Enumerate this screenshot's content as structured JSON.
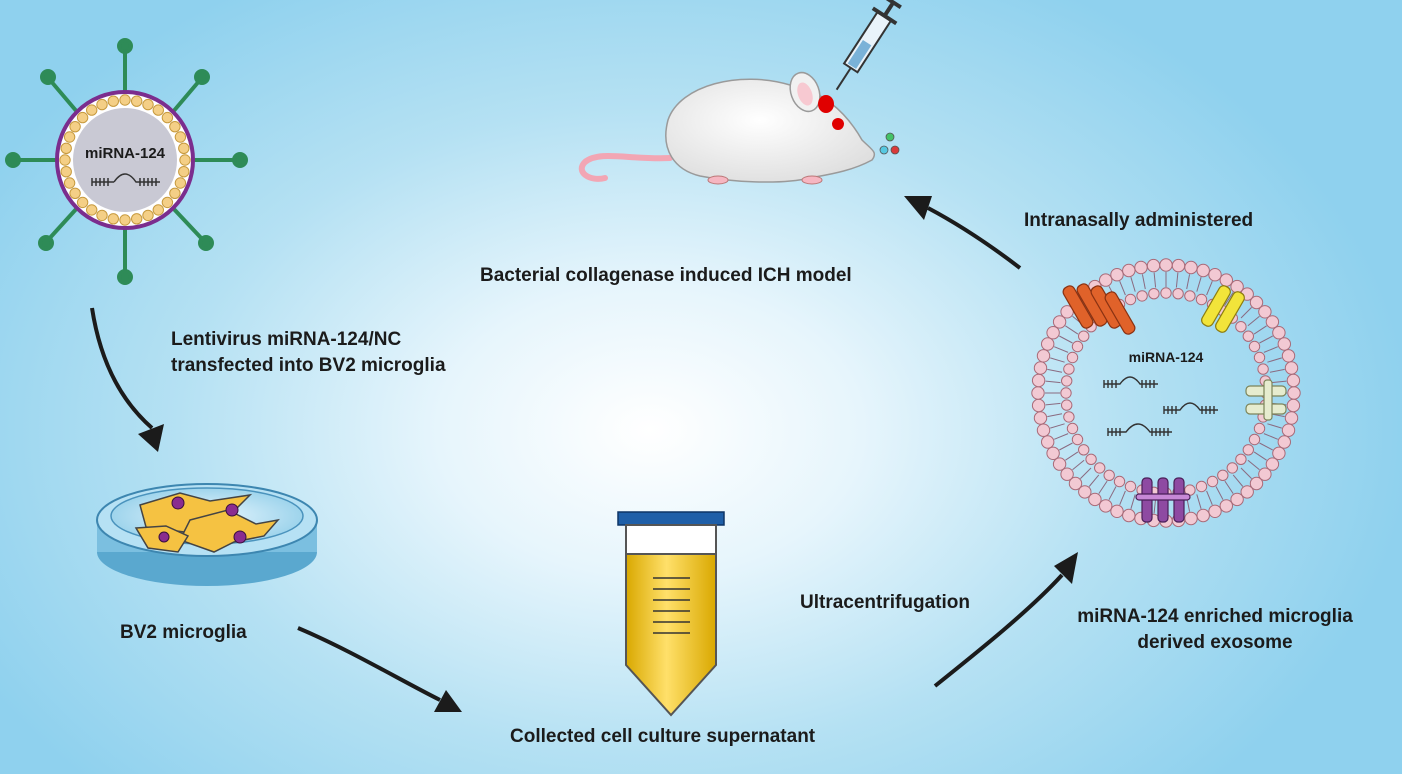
{
  "labels": {
    "lentivirus_mirna": "miRNA-124",
    "lentivirus_caption_line1": "Lentivirus miRNA-124/NC",
    "lentivirus_caption_line2": "transfected into BV2 microglia",
    "bv2_microglia": "BV2 microglia",
    "collected_supernatant": "Collected cell culture supernatant",
    "ultracentrifugation": "Ultracentrifugation",
    "exosome_mirna": "miRNA-124",
    "exosome_caption_line1": "miRNA-124 enriched microglia",
    "exosome_caption_line2": "derived exosome",
    "intranasal": "Intranasally administered",
    "ich_model": "Bacterial collagenase induced ICH model"
  },
  "colors": {
    "background_center": "#ffffff",
    "background_edge": "#8fd1ee",
    "arrow": "#1b1b1b",
    "virus_envelope": "#7b2d8e",
    "virus_beads": "#f4cf86",
    "virus_core": "#c9c9d4",
    "virus_spikes": "#2e8b57",
    "tube_liquid": "#e8b90f",
    "tube_cap": "#1f5fa8",
    "exosome_membrane": "#f2c9d3",
    "cell_fill": "#f5c242"
  },
  "icons": [
    "lentivirus-icon",
    "petri-dish-icon",
    "centrifuge-tube-icon",
    "exosome-icon",
    "mouse-icon",
    "syringe-icon"
  ]
}
